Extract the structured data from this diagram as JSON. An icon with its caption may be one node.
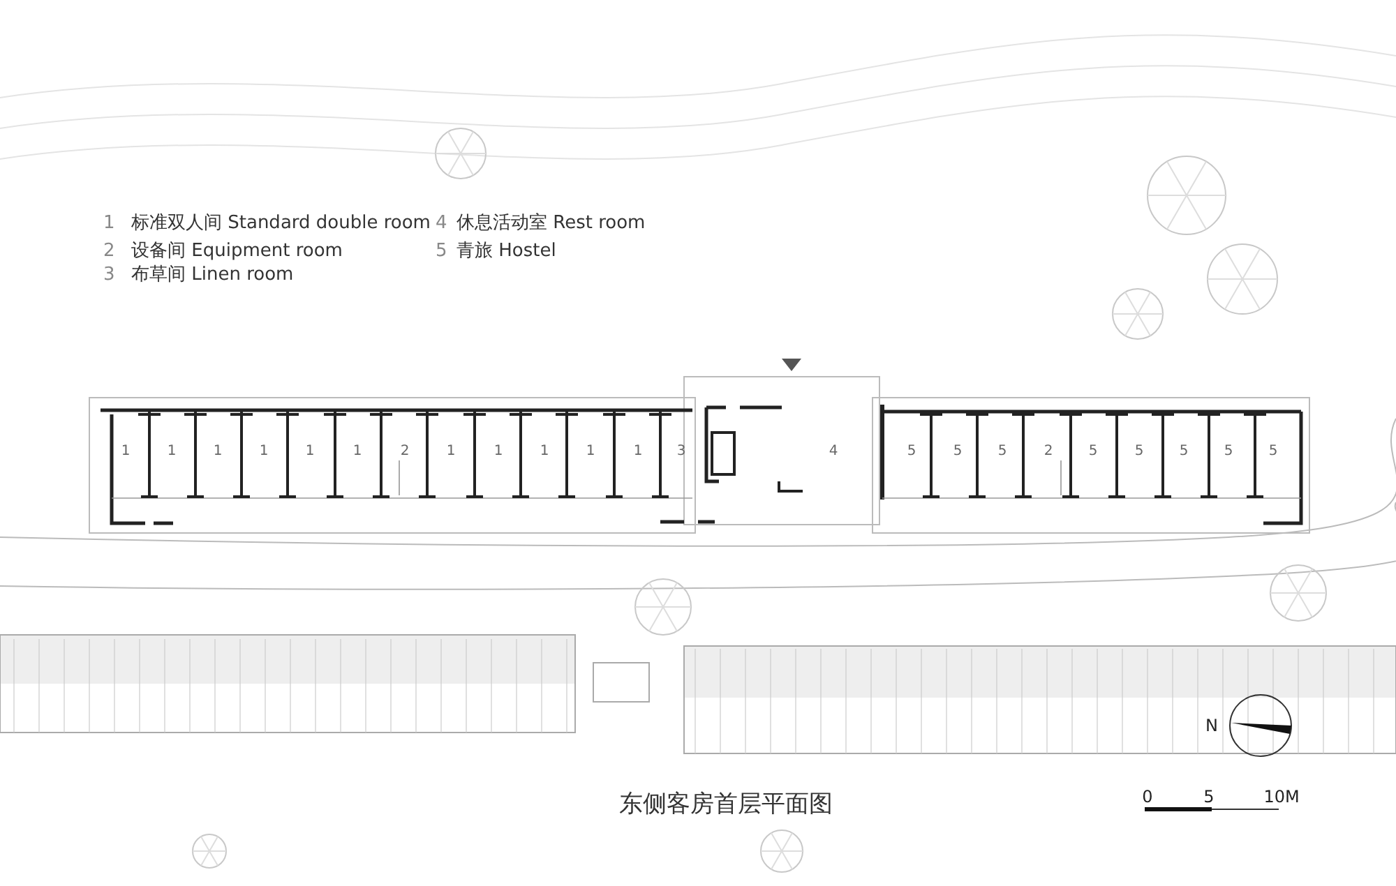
{
  "diagram": {
    "title": "东侧客房首层平面图",
    "labels": [
      "1",
      "标准双人间 Standard double room",
      "4",
      "休息活动室 Rest room",
      "2",
      "设备间 Equipment room",
      "5",
      "青旅 Hostel",
      "3",
      "布草间 Linen room",
      "1",
      "1",
      "1",
      "1",
      "1",
      "1",
      "2",
      "1",
      "1",
      "1",
      "1",
      "1",
      "3",
      "4",
      "5",
      "5",
      "5",
      "2",
      "5",
      "5",
      "5",
      "5",
      "5",
      "N",
      "0",
      "5",
      "10M"
    ]
  }
}
